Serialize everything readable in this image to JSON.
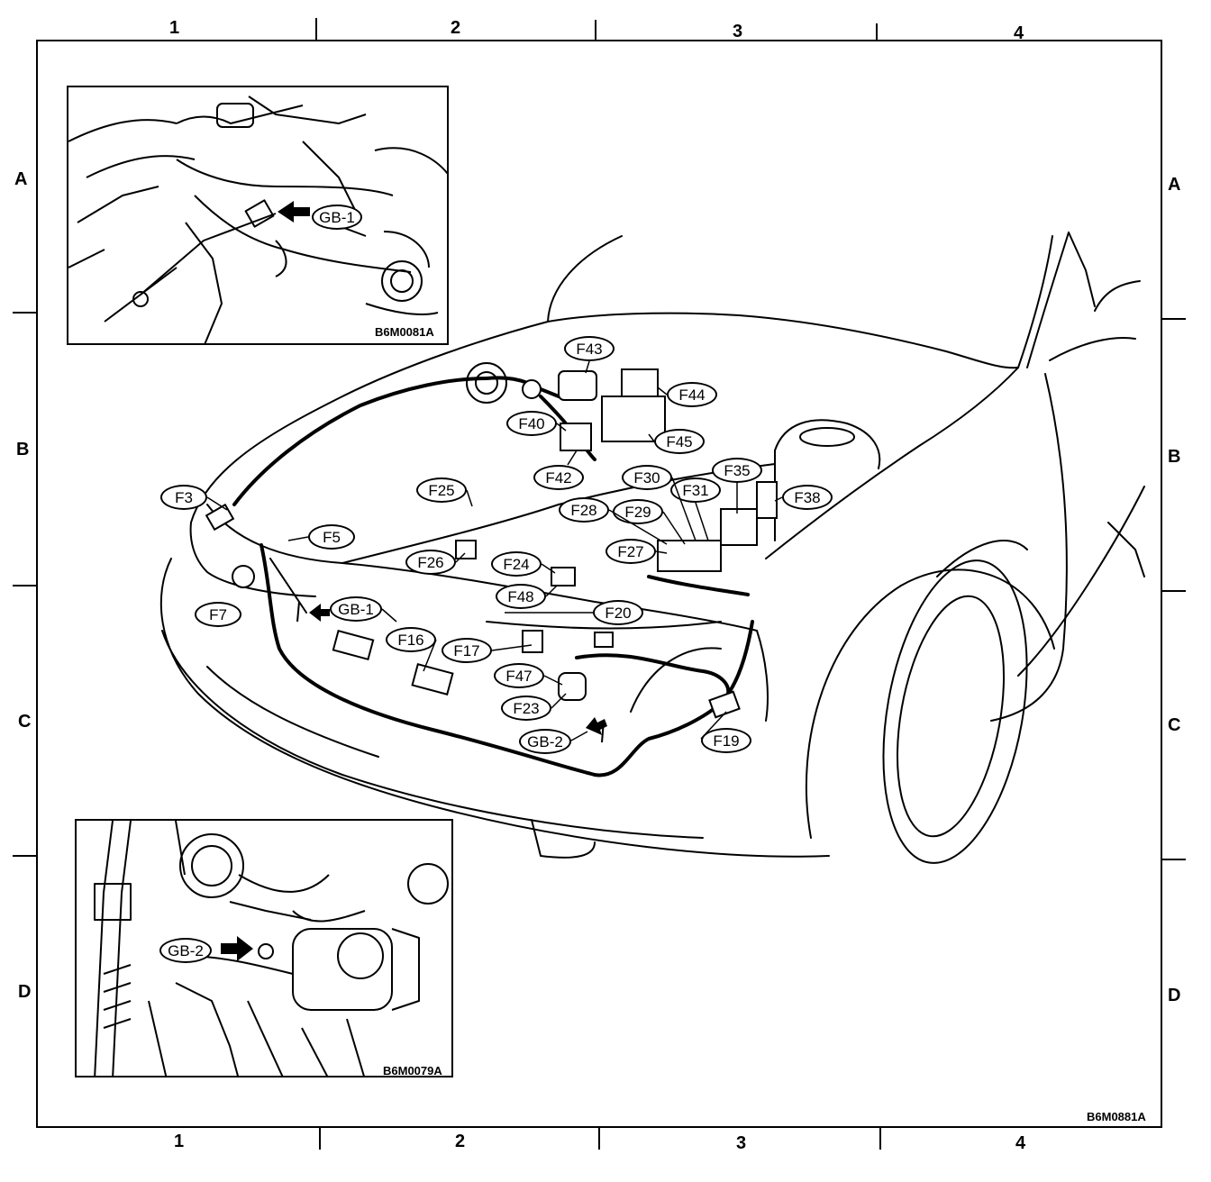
{
  "grid": {
    "columns": [
      "1",
      "2",
      "3",
      "4"
    ],
    "rows": [
      "A",
      "B",
      "C",
      "D"
    ]
  },
  "figure_code": "B6M0881A",
  "inset_top": {
    "code": "B6M0081A",
    "ground_label": "GB-1"
  },
  "inset_bottom": {
    "code": "B6M0079A",
    "ground_label": "GB-2"
  },
  "connectors": {
    "F3": "F3",
    "F5": "F5",
    "F7": "F7",
    "GB1": "GB-1",
    "GB2": "GB-2",
    "F16": "F16",
    "F17": "F17",
    "F19": "F19",
    "F20": "F20",
    "F23": "F23",
    "F24": "F24",
    "F25": "F25",
    "F26": "F26",
    "F27": "F27",
    "F28": "F28",
    "F29": "F29",
    "F30": "F30",
    "F31": "F31",
    "F35": "F35",
    "F38": "F38",
    "F40": "F40",
    "F42": "F42",
    "F43": "F43",
    "F44": "F44",
    "F45": "F45",
    "F47": "F47",
    "F48": "F48"
  }
}
